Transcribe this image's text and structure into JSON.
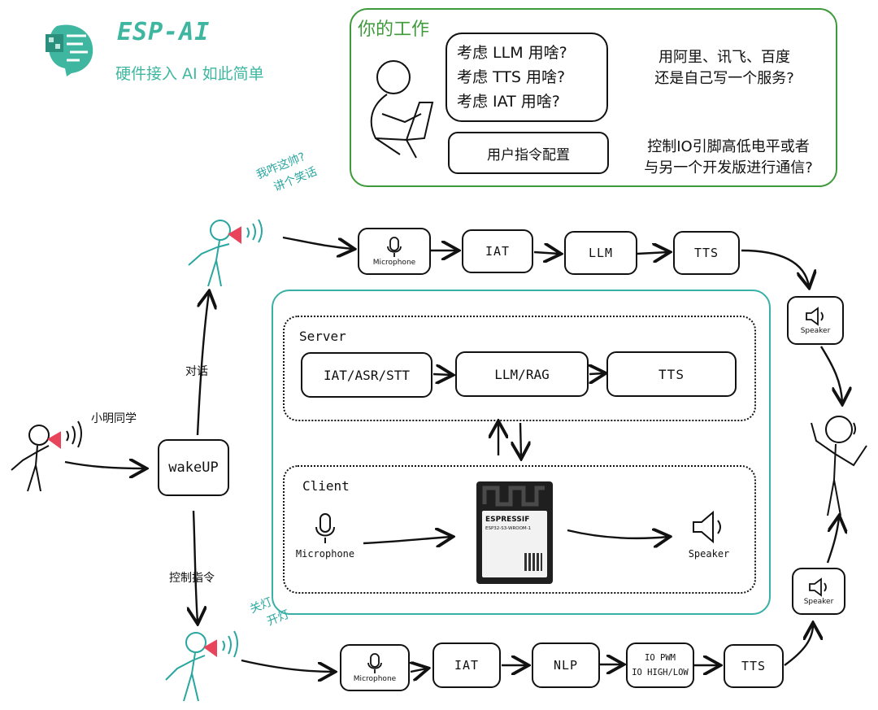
{
  "brand": {
    "title": "ESP-AI",
    "subtitle": "硬件接入 AI 如此简单",
    "accent": "#3fb7a0",
    "logo_icon": "robot-head-icon"
  },
  "your_work": {
    "title": "你的工作",
    "questions": [
      "考虑 LLM 用啥?",
      "考虑 TTS 用啥?",
      "考虑 IAT 用啥?"
    ],
    "question_note": [
      "用阿里、讯飞、百度",
      "还是自己写一个服务?"
    ],
    "config_button": "用户指令配置",
    "config_note": [
      "控制IO引脚高低电平或者",
      "与另一个开发版进行通信?"
    ],
    "border_color": "#3e9a3a"
  },
  "top_flow": {
    "speech": [
      "我咋这帅?",
      "讲个笑话"
    ],
    "mic_label": "Microphone",
    "steps": [
      "IAT",
      "LLM",
      "TTS"
    ]
  },
  "edge_labels": {
    "dialog": "对话",
    "control": "控制指令"
  },
  "wake": {
    "speech": "小明同学",
    "box": "wakeUP"
  },
  "server": {
    "title": "Server",
    "steps": [
      "IAT/ASR/STT",
      "LLM/RAG",
      "TTS"
    ]
  },
  "client": {
    "title": "Client",
    "mic_label": "Microphone",
    "speaker_label": "Speaker",
    "chip_brand": "ESPRESSIF",
    "chip_model": "ESP32-S3-WROOM-1"
  },
  "system_border_color": "#38b0a6",
  "speakers": {
    "label": "Speaker"
  },
  "bottom_flow": {
    "speech": [
      "关灯",
      "开灯"
    ],
    "mic_label": "Microphone",
    "steps": [
      "IAT",
      "NLP",
      "TTS"
    ],
    "io_lines": [
      "IO PWM",
      "IO HIGH/LOW"
    ]
  }
}
